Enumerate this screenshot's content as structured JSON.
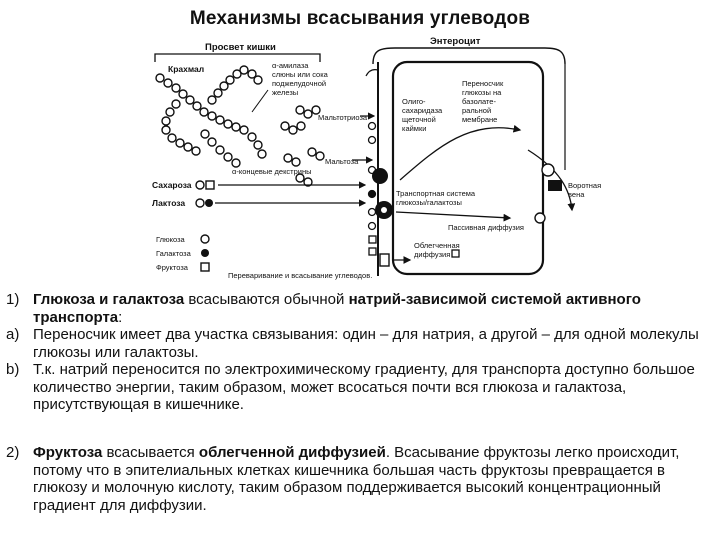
{
  "title": "Механизмы всасывания углеводов",
  "diagram": {
    "lumen_label": "Просвет кишки",
    "enterocyte_label": "Энтероцит",
    "starch_label": "Крахмал",
    "amylase_label": [
      "α-амилаза",
      "слюны или сока",
      "поджелудочной",
      "железы"
    ],
    "maltotriose_label": "Мальтотриоза",
    "maltose_label": "Мальтоза",
    "dextrins_label": "α-концевые декстрины",
    "sucrose_label": "Сахароза",
    "lactose_label": "Лактоза",
    "oligosaccharidase_label": [
      "Олиго-",
      "сахаридаза",
      "щеточной",
      "каймки"
    ],
    "carrier_label": [
      "Переносчик",
      "глюкозы на",
      "базолате-",
      "ральной",
      "мембране"
    ],
    "transport_label": [
      "Транспортная система",
      "глюкозы/галактозы"
    ],
    "passive_label": "Пассивная диффузия",
    "portal_label": [
      "Воротная",
      "вена"
    ],
    "facilitated_label": [
      "Облегченная",
      "диффузия"
    ],
    "legend": [
      {
        "label": "Глюкоза",
        "symbol": "open-circle"
      },
      {
        "label": "Галактоза",
        "symbol": "filled-circle"
      },
      {
        "label": "Фруктоза",
        "symbol": "open-square"
      }
    ],
    "caption": "Переваривание и всасывание углеводов."
  },
  "text": {
    "item1": {
      "num": "1)",
      "bold": "Глюкоза и галактоза",
      "middle": " всасываются обычной ",
      "bold2": "натрий-зависимой системой активного транспорта",
      "end": ":"
    },
    "item_a": {
      "num": "a)",
      "text": "Переносчик имеет два участка связывания: один – для натрия, а другой – для одной молекулы глюкозы или галактозы."
    },
    "item_b": {
      "num": "b)",
      "text": "Т.к. натрий переносится по электрохимическому градиенту, для транспорта доступно большое количество энергии, таким образом, может всосаться почти вся глюкоза и галактоза, присутствующая в кишечнике."
    },
    "item2": {
      "num": "2)",
      "bold": "Фруктоза",
      "middle": " всасывается ",
      "bold2": "облегченной диффузией",
      "end": ". Всасывание фруктозы легко происходит, потому что в эпителиальных клетках кишечника большая часть фруктозы превращается в глюкозу и молочную кислоту, таким образом поддерживается высокий концентрационный градиент для диффузии."
    }
  }
}
